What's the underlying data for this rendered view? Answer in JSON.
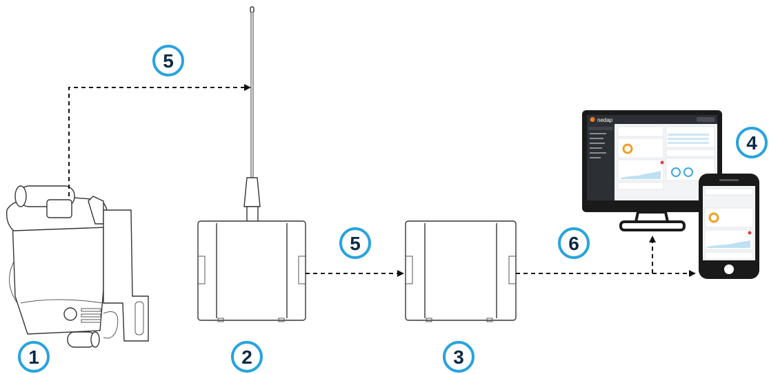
{
  "diagram": {
    "labels": {
      "device": "1",
      "gateway": "2",
      "reader": "3",
      "clients": "4",
      "link_top": "5",
      "link_mid": "5",
      "link_right": "6"
    },
    "colors": {
      "badge_ring": "#29a3dd",
      "badge_text": "#0a2a45",
      "arrow": "#111111",
      "app_sidebar": "#2c2f33",
      "app_accent": "#f07d1e"
    },
    "app_brand": "nedap"
  }
}
